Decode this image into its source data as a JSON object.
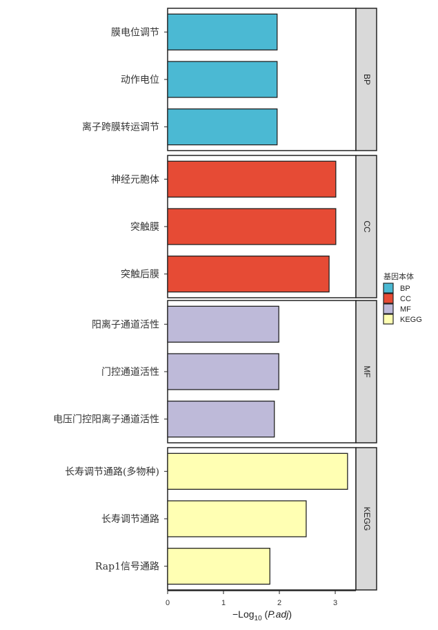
{
  "chart_data": {
    "type": "bar",
    "orientation": "horizontal",
    "xlabel": "-Log10 (P.adj)",
    "xlim": [
      0,
      3.37
    ],
    "xticks": [
      0,
      1,
      2,
      3
    ],
    "legend": {
      "title": "基因本体",
      "placement": "right",
      "entries": [
        {
          "name": "BP",
          "color": "#4bb9d3"
        },
        {
          "name": "CC",
          "color": "#e64b35"
        },
        {
          "name": "MF",
          "color": "#bebad9"
        },
        {
          "name": "KEGG",
          "color": "#ffffb3"
        }
      ]
    },
    "panels": [
      {
        "name": "BP",
        "color": "#4bb9d3",
        "categories": [
          "膜电位调节",
          "动作电位",
          "离子跨膜转运调节"
        ],
        "values": [
          1.96,
          1.96,
          1.96
        ]
      },
      {
        "name": "CC",
        "color": "#e64b35",
        "categories": [
          "神经元胞体",
          "突触膜",
          "突触后膜"
        ],
        "values": [
          3.01,
          3.01,
          2.89
        ]
      },
      {
        "name": "MF",
        "color": "#bebad9",
        "categories": [
          "阳离子通道活性",
          "门控通道活性",
          "电压门控阳离子通道活性"
        ],
        "values": [
          1.99,
          1.99,
          1.91
        ]
      },
      {
        "name": "KEGG",
        "color": "#ffffb3",
        "categories": [
          "长寿调节通路(多物种)",
          "长寿调节通路",
          "Rap1信号通路"
        ],
        "values": [
          3.22,
          2.48,
          1.83
        ]
      }
    ]
  }
}
